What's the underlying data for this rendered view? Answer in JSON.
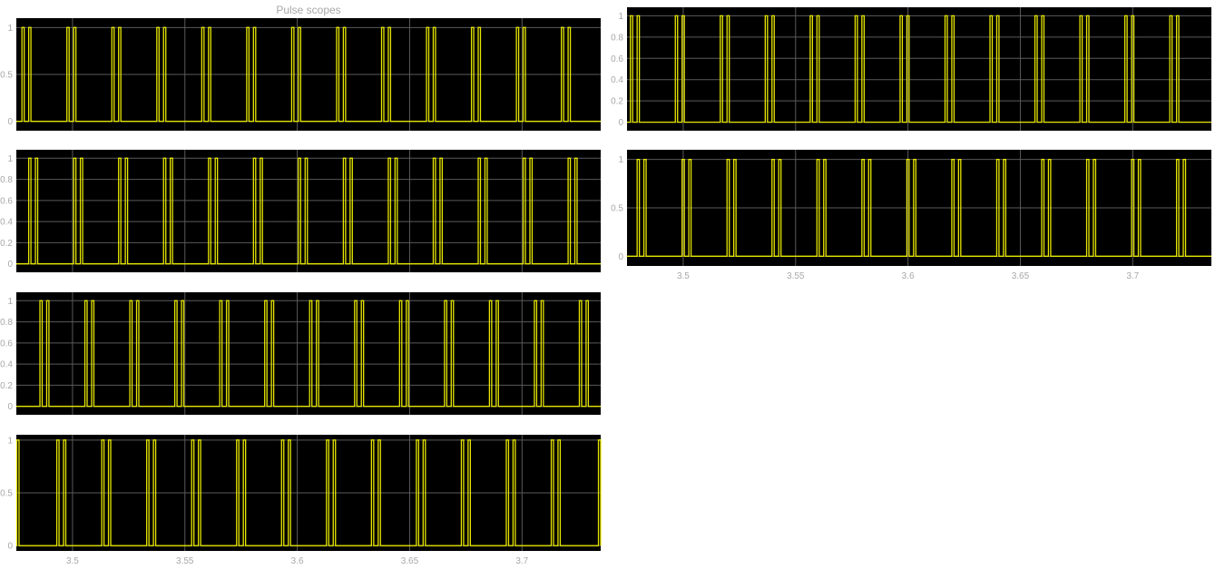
{
  "title": "Pulse scopes",
  "colors": {
    "background": "#ffffff",
    "axes_bg": "#000000",
    "grid": "#5a5a5a",
    "signal": "#e6e600",
    "tick_text": "#a8a8a8"
  },
  "chart_data": [
    {
      "id": "scope-1",
      "type": "line",
      "xlim": [
        3.475,
        3.735
      ],
      "ylim": [
        -0.1,
        1.1
      ],
      "yticks": [
        0,
        0.5,
        1
      ],
      "ytick_labels": [
        "0",
        "0.5",
        "1"
      ],
      "xticks": [
        3.5,
        3.55,
        3.6,
        3.65,
        3.7
      ],
      "xtick_labels": [],
      "grid": true,
      "series": [
        {
          "pulses": [
            [
              3.4775,
              3.4785
            ],
            [
              3.4805,
              3.4815
            ],
            [
              3.4975,
              3.4985
            ],
            [
              3.5005,
              3.5015
            ],
            [
              3.5175,
              3.5185
            ],
            [
              3.5205,
              3.5215
            ],
            [
              3.5375,
              3.5385
            ],
            [
              3.5405,
              3.5415
            ],
            [
              3.5575,
              3.5585
            ],
            [
              3.5605,
              3.5615
            ],
            [
              3.5775,
              3.5785
            ],
            [
              3.5805,
              3.5815
            ],
            [
              3.5975,
              3.5985
            ],
            [
              3.6005,
              3.6015
            ],
            [
              3.6175,
              3.6185
            ],
            [
              3.6205,
              3.6215
            ],
            [
              3.6375,
              3.6385
            ],
            [
              3.6405,
              3.6415
            ],
            [
              3.6575,
              3.6585
            ],
            [
              3.6605,
              3.6615
            ],
            [
              3.6775,
              3.6785
            ],
            [
              3.6805,
              3.6815
            ],
            [
              3.6975,
              3.6985
            ],
            [
              3.7005,
              3.7015
            ],
            [
              3.7175,
              3.7185
            ],
            [
              3.7205,
              3.7215
            ]
          ]
        }
      ]
    },
    {
      "id": "scope-2",
      "type": "line",
      "xlim": [
        3.475,
        3.735
      ],
      "ylim": [
        -0.08,
        1.08
      ],
      "yticks": [
        0,
        0.2,
        0.4,
        0.6,
        0.8,
        1
      ],
      "ytick_labels": [
        "0",
        "0.2",
        "0.4",
        "0.6",
        "0.8",
        "1"
      ],
      "xticks": [
        3.5,
        3.55,
        3.6,
        3.65,
        3.7
      ],
      "xtick_labels": [],
      "grid": true,
      "series": [
        {
          "pulses": [
            [
              3.4805,
              3.4815
            ],
            [
              3.4835,
              3.4845
            ],
            [
              3.5005,
              3.5015
            ],
            [
              3.5035,
              3.5045
            ],
            [
              3.5205,
              3.5215
            ],
            [
              3.5235,
              3.5245
            ],
            [
              3.5405,
              3.5415
            ],
            [
              3.5435,
              3.5445
            ],
            [
              3.5605,
              3.5615
            ],
            [
              3.5635,
              3.5645
            ],
            [
              3.5805,
              3.5815
            ],
            [
              3.5835,
              3.5845
            ],
            [
              3.6005,
              3.6015
            ],
            [
              3.6035,
              3.6045
            ],
            [
              3.6205,
              3.6215
            ],
            [
              3.6235,
              3.6245
            ],
            [
              3.6405,
              3.6415
            ],
            [
              3.6435,
              3.6445
            ],
            [
              3.6605,
              3.6615
            ],
            [
              3.6635,
              3.6645
            ],
            [
              3.6805,
              3.6815
            ],
            [
              3.6835,
              3.6845
            ],
            [
              3.7005,
              3.7015
            ],
            [
              3.7035,
              3.7045
            ],
            [
              3.7205,
              3.7215
            ],
            [
              3.7235,
              3.7245
            ]
          ]
        }
      ]
    },
    {
      "id": "scope-3",
      "type": "line",
      "xlim": [
        3.475,
        3.735
      ],
      "ylim": [
        -0.08,
        1.08
      ],
      "yticks": [
        0,
        0.2,
        0.4,
        0.6,
        0.8,
        1
      ],
      "ytick_labels": [
        "0",
        "0.2",
        "0.4",
        "0.6",
        "0.8",
        "1"
      ],
      "xticks": [
        3.5,
        3.55,
        3.6,
        3.65,
        3.7
      ],
      "xtick_labels": [],
      "grid": true,
      "series": [
        {
          "pulses": [
            [
              3.4855,
              3.4865
            ],
            [
              3.4885,
              3.4895
            ],
            [
              3.5055,
              3.5065
            ],
            [
              3.5085,
              3.5095
            ],
            [
              3.5255,
              3.5265
            ],
            [
              3.5285,
              3.5295
            ],
            [
              3.5455,
              3.5465
            ],
            [
              3.5485,
              3.5495
            ],
            [
              3.5655,
              3.5665
            ],
            [
              3.5685,
              3.5695
            ],
            [
              3.5855,
              3.5865
            ],
            [
              3.5885,
              3.5895
            ],
            [
              3.6055,
              3.6065
            ],
            [
              3.6085,
              3.6095
            ],
            [
              3.6255,
              3.6265
            ],
            [
              3.6285,
              3.6295
            ],
            [
              3.6455,
              3.6465
            ],
            [
              3.6485,
              3.6495
            ],
            [
              3.6655,
              3.6665
            ],
            [
              3.6685,
              3.6695
            ],
            [
              3.6855,
              3.6865
            ],
            [
              3.6885,
              3.6895
            ],
            [
              3.7055,
              3.7065
            ],
            [
              3.7085,
              3.7095
            ],
            [
              3.7255,
              3.7265
            ],
            [
              3.7285,
              3.7295
            ]
          ]
        }
      ]
    },
    {
      "id": "scope-4",
      "type": "line",
      "xlim": [
        3.475,
        3.735
      ],
      "ylim": [
        -0.05,
        1.05
      ],
      "yticks": [
        0,
        0.5,
        1
      ],
      "ytick_labels": [
        "0",
        "0.5",
        "1"
      ],
      "xticks": [
        3.5,
        3.55,
        3.6,
        3.65,
        3.7
      ],
      "xtick_labels": [
        "3.5",
        "3.55",
        "3.6",
        "3.65",
        "3.7"
      ],
      "grid": true,
      "series": [
        {
          "pulses": [
            [
              3.4752,
              3.4762
            ],
            [
              3.493,
              3.494
            ],
            [
              3.496,
              3.497
            ],
            [
              3.513,
              3.514
            ],
            [
              3.516,
              3.517
            ],
            [
              3.533,
              3.534
            ],
            [
              3.536,
              3.537
            ],
            [
              3.553,
              3.554
            ],
            [
              3.556,
              3.557
            ],
            [
              3.573,
              3.574
            ],
            [
              3.576,
              3.577
            ],
            [
              3.593,
              3.594
            ],
            [
              3.596,
              3.597
            ],
            [
              3.613,
              3.614
            ],
            [
              3.616,
              3.617
            ],
            [
              3.633,
              3.634
            ],
            [
              3.636,
              3.637
            ],
            [
              3.653,
              3.654
            ],
            [
              3.656,
              3.657
            ],
            [
              3.673,
              3.674
            ],
            [
              3.676,
              3.677
            ],
            [
              3.693,
              3.694
            ],
            [
              3.696,
              3.697
            ],
            [
              3.713,
              3.714
            ],
            [
              3.716,
              3.717
            ],
            [
              3.734,
              3.735
            ]
          ]
        }
      ]
    },
    {
      "id": "scope-5",
      "type": "line",
      "xlim": [
        3.475,
        3.735
      ],
      "ylim": [
        -0.08,
        1.08
      ],
      "yticks": [
        0,
        0.2,
        0.4,
        0.6,
        0.8,
        1
      ],
      "ytick_labels": [
        "0",
        "0.2",
        "0.4",
        "0.6",
        "0.8",
        "1"
      ],
      "xticks": [
        3.5,
        3.55,
        3.6,
        3.65,
        3.7
      ],
      "xtick_labels": [],
      "grid": true,
      "series": [
        {
          "pulses": [
            [
              3.4765,
              3.4775
            ],
            [
              3.4795,
              3.4805
            ],
            [
              3.4965,
              3.4975
            ],
            [
              3.4995,
              3.5005
            ],
            [
              3.5165,
              3.5175
            ],
            [
              3.5195,
              3.5205
            ],
            [
              3.5365,
              3.5375
            ],
            [
              3.5395,
              3.5405
            ],
            [
              3.5565,
              3.5575
            ],
            [
              3.5595,
              3.5605
            ],
            [
              3.5765,
              3.5775
            ],
            [
              3.5795,
              3.5805
            ],
            [
              3.5965,
              3.5975
            ],
            [
              3.5995,
              3.6005
            ],
            [
              3.6165,
              3.6175
            ],
            [
              3.6195,
              3.6205
            ],
            [
              3.6365,
              3.6375
            ],
            [
              3.6395,
              3.6405
            ],
            [
              3.6565,
              3.6575
            ],
            [
              3.6595,
              3.6605
            ],
            [
              3.6765,
              3.6775
            ],
            [
              3.6795,
              3.6805
            ],
            [
              3.6965,
              3.6975
            ],
            [
              3.6995,
              3.7005
            ],
            [
              3.7165,
              3.7175
            ],
            [
              3.7195,
              3.7205
            ]
          ]
        }
      ]
    },
    {
      "id": "scope-6",
      "type": "line",
      "xlim": [
        3.475,
        3.735
      ],
      "ylim": [
        -0.1,
        1.1
      ],
      "yticks": [
        0,
        0.5,
        1
      ],
      "ytick_labels": [
        "0",
        "0.5",
        "1"
      ],
      "xticks": [
        3.5,
        3.55,
        3.6,
        3.65,
        3.7
      ],
      "xtick_labels": [
        "3.5",
        "3.55",
        "3.6",
        "3.65",
        "3.7"
      ],
      "grid": true,
      "series": [
        {
          "pulses": [
            [
              3.4795,
              3.4805
            ],
            [
              3.4825,
              3.4835
            ],
            [
              3.4995,
              3.5005
            ],
            [
              3.5025,
              3.5035
            ],
            [
              3.5195,
              3.5205
            ],
            [
              3.5225,
              3.5235
            ],
            [
              3.5395,
              3.5405
            ],
            [
              3.5425,
              3.5435
            ],
            [
              3.5595,
              3.5605
            ],
            [
              3.5625,
              3.5635
            ],
            [
              3.5795,
              3.5805
            ],
            [
              3.5825,
              3.5835
            ],
            [
              3.5995,
              3.6005
            ],
            [
              3.6025,
              3.6035
            ],
            [
              3.6195,
              3.6205
            ],
            [
              3.6225,
              3.6235
            ],
            [
              3.6395,
              3.6405
            ],
            [
              3.6425,
              3.6435
            ],
            [
              3.6595,
              3.6605
            ],
            [
              3.6625,
              3.6635
            ],
            [
              3.6795,
              3.6805
            ],
            [
              3.6825,
              3.6835
            ],
            [
              3.6995,
              3.7005
            ],
            [
              3.7025,
              3.7035
            ],
            [
              3.7195,
              3.7205
            ],
            [
              3.7225,
              3.7235
            ]
          ]
        }
      ]
    }
  ]
}
